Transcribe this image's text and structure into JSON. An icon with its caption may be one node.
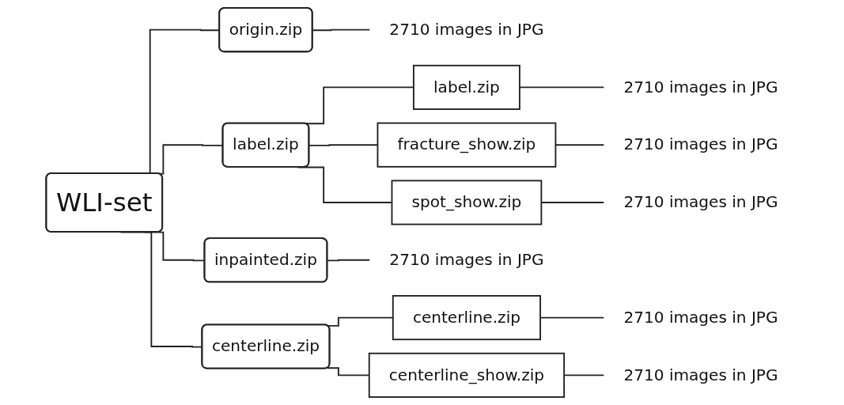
{
  "diagram": {
    "nodes": [
      {
        "text": [
          "WLI-set"
        ]
      },
      {
        "text": [
          "origin.zip"
        ]
      },
      {
        "text": [
          "2710 images in JPG"
        ]
      },
      {
        "text": [
          "label.zip"
        ]
      },
      {
        "text": [
          "label.zip"
        ]
      },
      {
        "text": [
          "2710 images in JPG"
        ]
      },
      {
        "text": [
          "fracture_show.zip"
        ]
      },
      {
        "text": [
          "2710 images in JPG"
        ]
      },
      {
        "text": [
          "spot_show.zip"
        ]
      },
      {
        "text": [
          "2710 images in JPG"
        ]
      },
      {
        "text": [
          "inpainted.zip"
        ]
      },
      {
        "text": [
          "2710 images in JPG"
        ]
      },
      {
        "text": [
          "centerline.zip"
        ]
      },
      {
        "text": [
          "centerline.zip"
        ]
      },
      {
        "text": [
          "2710 images in JPG"
        ]
      },
      {
        "text": [
          "centerline_show.zip"
        ]
      },
      {
        "text": [
          "2710 images in JPG"
        ]
      }
    ],
    "edges": [
      {
        "from": 0,
        "to": 1,
        "arrow": "none"
      },
      {
        "from": 1,
        "to": 2,
        "arrow": "none"
      },
      {
        "from": 0,
        "to": 3,
        "arrow": "none"
      },
      {
        "from": 3,
        "to": 4,
        "arrow": "none"
      },
      {
        "from": 4,
        "to": 5,
        "arrow": "none"
      },
      {
        "from": 3,
        "to": 6,
        "arrow": "none"
      },
      {
        "from": 6,
        "to": 7,
        "arrow": "none"
      },
      {
        "from": 3,
        "to": 8,
        "arrow": "none"
      },
      {
        "from": 8,
        "to": 9,
        "arrow": "none"
      },
      {
        "from": 0,
        "to": 10,
        "arrow": "none"
      },
      {
        "from": 10,
        "to": 11,
        "arrow": "none"
      },
      {
        "from": 0,
        "to": 12,
        "arrow": "none"
      },
      {
        "from": 12,
        "to": 13,
        "arrow": "none"
      },
      {
        "from": 13,
        "to": 14,
        "arrow": "none"
      },
      {
        "from": 12,
        "to": 15,
        "arrow": "none"
      },
      {
        "from": 15,
        "to": 16,
        "arrow": "none"
      }
    ]
  }
}
